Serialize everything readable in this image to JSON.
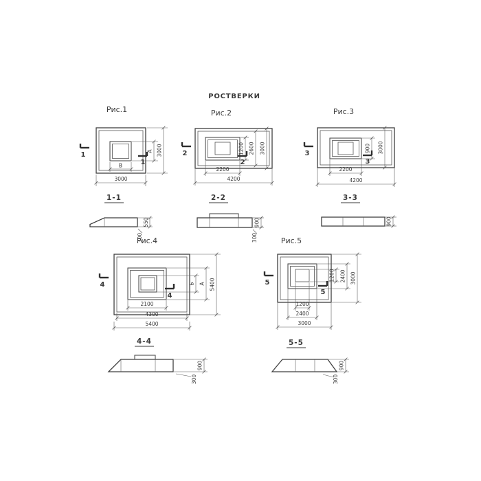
{
  "title": "РОСТВЕРКИ",
  "fig1": {
    "caption": "Рис.1",
    "marker": "1",
    "section_label": "1-1",
    "plan_dims": {
      "right_inner": "А",
      "right_outer": "3000",
      "bottom_inner": "В",
      "bottom_outer": "3000"
    },
    "profile_dims": {
      "height": "550",
      "ledge": "300"
    }
  },
  "fig2": {
    "caption": "Рис.2",
    "marker": "2",
    "section_label": "2-2",
    "plan_dims": {
      "right_inner": "1200",
      "right_mid": "2600",
      "right_outer": "3000",
      "bottom_inner": "2200",
      "bottom_outer": "4200"
    },
    "profile_dims": {
      "height": "900",
      "ledge": "300"
    }
  },
  "fig3": {
    "caption": "Рис.3",
    "marker": "3",
    "section_label": "3-3",
    "plan_dims": {
      "right_inner": "900",
      "right_outer": "3000",
      "bottom_inner": "2200",
      "bottom_outer": "4200"
    },
    "profile_dims": {
      "height": "900"
    }
  },
  "fig4": {
    "caption": "Рис.4",
    "marker": "4",
    "section_label": "4-4",
    "plan_dims": {
      "right_inner": "Б",
      "right_mid": "А",
      "right_outer": "5400",
      "bottom_inner": "2100",
      "bottom_mid": "4300",
      "bottom_outer": "5400"
    },
    "profile_dims": {
      "height": "900",
      "ledge": "300"
    }
  },
  "fig5": {
    "caption": "Рис.5",
    "marker": "5",
    "section_label": "5-5",
    "plan_dims": {
      "right_inner": "1200",
      "right_mid": "2400",
      "right_outer": "3000",
      "bottom_inner": "1200",
      "bottom_mid": "2400",
      "bottom_outer": "3000"
    },
    "profile_dims": {
      "height": "900",
      "ledge": "300"
    }
  }
}
